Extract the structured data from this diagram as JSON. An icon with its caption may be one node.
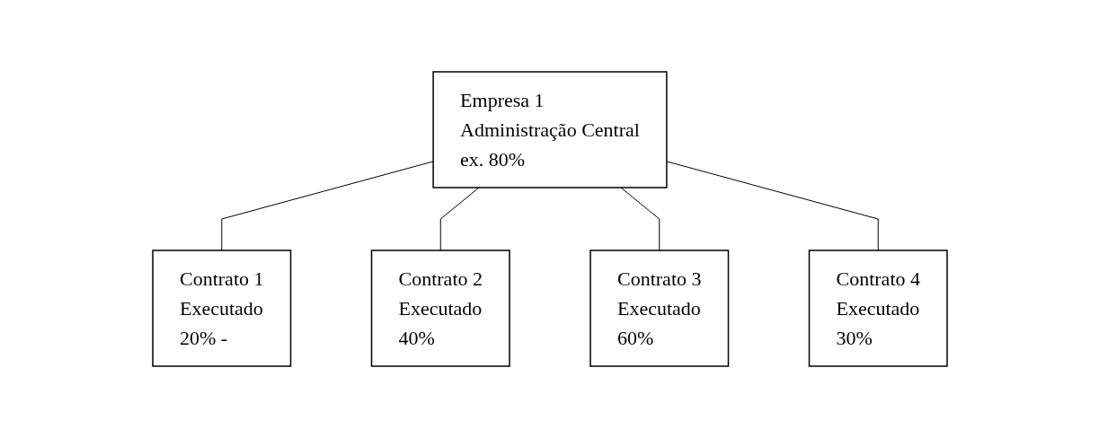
{
  "diagram": {
    "nodes": [
      {
        "text": [
          "Empresa 1",
          "Administração Central",
          "ex. 80%"
        ]
      },
      {
        "text": [
          "Contrato 1",
          "Executado",
          "20% -"
        ]
      },
      {
        "text": [
          "Contrato 2",
          "Executado",
          "40%"
        ]
      },
      {
        "text": [
          "Contrato 3",
          "Executado",
          "60%"
        ]
      },
      {
        "text": [
          "Contrato 4",
          "Executado",
          "30%"
        ]
      }
    ],
    "edges": [
      {
        "from": 0,
        "to": 1,
        "arrow": "none"
      },
      {
        "from": 0,
        "to": 2,
        "arrow": "none"
      },
      {
        "from": 0,
        "to": 3,
        "arrow": "none"
      },
      {
        "from": 0,
        "to": 4,
        "arrow": "none"
      }
    ]
  }
}
